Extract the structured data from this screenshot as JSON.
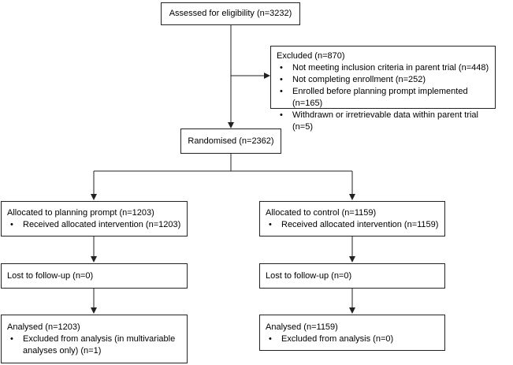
{
  "diagram": {
    "assessed": "Assessed for eligibility (n=3232)",
    "excluded": {
      "title": "Excluded (n=870)",
      "items": [
        "Not meeting inclusion criteria in parent trial (n=448)",
        "Not completing enrollment (n=252)",
        "Enrolled before planning prompt implemented (n=165)",
        "Withdrawn or irretrievable data within parent trial (n=5)"
      ]
    },
    "randomised": "Randomised (n=2362)",
    "left": {
      "allocated": "Allocated to planning prompt (n=1203)",
      "allocated_item": "Received allocated intervention (n=1203)",
      "lost": "Lost to follow-up (n=0)",
      "analysed": "Analysed (n=1203)",
      "analysed_item": "Excluded from analysis (in multivariable analyses only) (n=1)"
    },
    "right": {
      "allocated": "Allocated to control (n=1159)",
      "allocated_item": "Received allocated intervention (n=1159)",
      "lost": "Lost to follow-up (n=0)",
      "analysed": "Analysed (n=1159)",
      "analysed_item": "Excluded from analysis (n=0)"
    }
  }
}
